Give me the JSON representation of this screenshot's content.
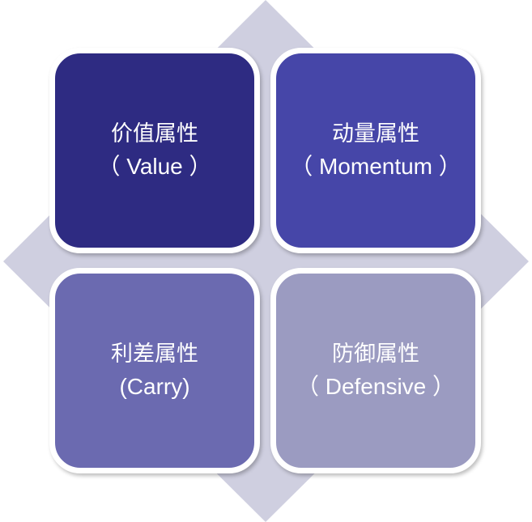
{
  "quadrants": [
    {
      "title": "价值属性",
      "subtitle": "（ Value ）",
      "color": "#2e2b82"
    },
    {
      "title": "动量属性",
      "subtitle": "（ Momentum ）",
      "color": "#4646a8"
    },
    {
      "title": "利差属性",
      "subtitle": "(Carry)",
      "color": "#6b6ab0"
    },
    {
      "title": "防御属性",
      "subtitle": "（ Defensive ）",
      "color": "#9b9bc1"
    }
  ],
  "background_color": "#cfcfe0"
}
